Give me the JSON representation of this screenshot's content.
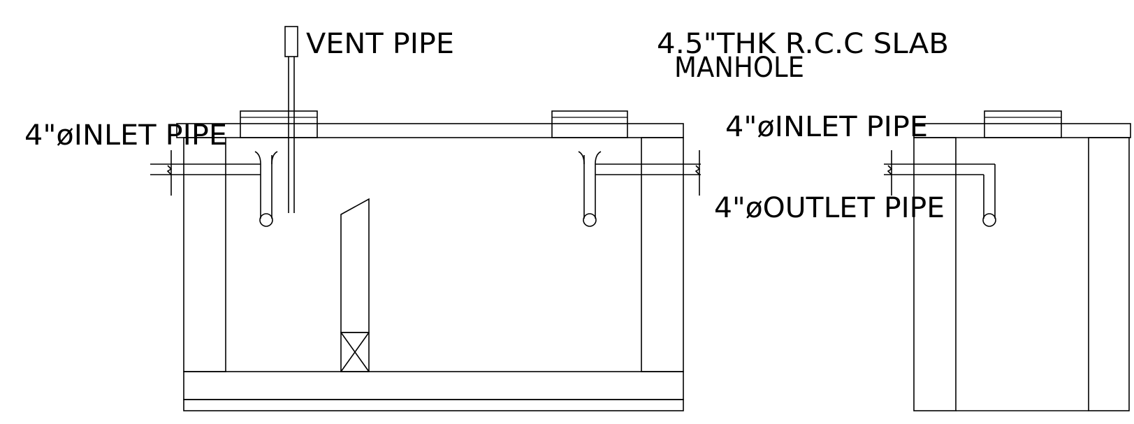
{
  "labels": {
    "vent_pipe": "VENT PIPE",
    "slab": "4.5\"THK R.C.C SLAB",
    "manhole": "MANHOLE",
    "inlet_left": "4\"øINLET PIPE",
    "inlet_right": "4\"øINLET PIPE",
    "outlet": "4\"øOUTLET PIPE"
  },
  "colors": {
    "line": "#000000",
    "background": "#ffffff"
  }
}
